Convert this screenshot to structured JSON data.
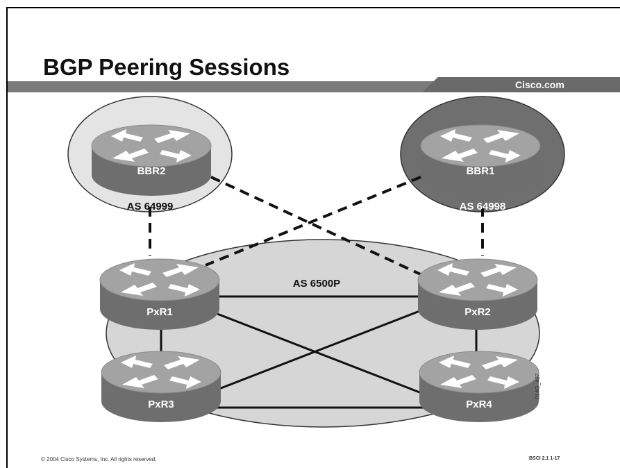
{
  "title": "BGP Peering Sessions",
  "brand": "Cisco.com",
  "footer": {
    "copyright": "© 2004 Cisco Systems, Inc. All rights reserved.",
    "course": "BSCI 2.1     1-17"
  },
  "figure_code": "014G_427",
  "routers": [
    {
      "name": "BBR2",
      "icon": "router-icon"
    },
    {
      "name": "BBR1",
      "icon": "router-icon"
    },
    {
      "name": "PxR1",
      "icon": "router-icon"
    },
    {
      "name": "PxR2",
      "icon": "router-icon"
    },
    {
      "name": "PxR3",
      "icon": "router-icon"
    },
    {
      "name": "PxR4",
      "icon": "router-icon"
    }
  ],
  "as_labels": {
    "bbr2": "AS 64999",
    "bbr1": "AS 64998",
    "internal": "AS 6500P"
  },
  "links": {
    "solid": [
      [
        "PxR1",
        "PxR2"
      ],
      [
        "PxR3",
        "PxR4"
      ],
      [
        "PxR1",
        "PxR3"
      ],
      [
        "PxR2",
        "PxR4"
      ],
      [
        "PxR1",
        "PxR4"
      ],
      [
        "PxR2",
        "PxR3"
      ]
    ],
    "dashed": [
      [
        "BBR2",
        "PxR1"
      ],
      [
        "BBR2",
        "PxR2"
      ],
      [
        "BBR1",
        "PxR2"
      ],
      [
        "BBR1",
        "PxR1"
      ]
    ]
  },
  "colors": {
    "router_top": "#9a9a9a",
    "router_side": "#6e6e6e",
    "bbr2_cloud": "#e4e4e4",
    "bbr1_cloud": "#6f6f6f",
    "as_cloud": "#d6d6d6"
  }
}
